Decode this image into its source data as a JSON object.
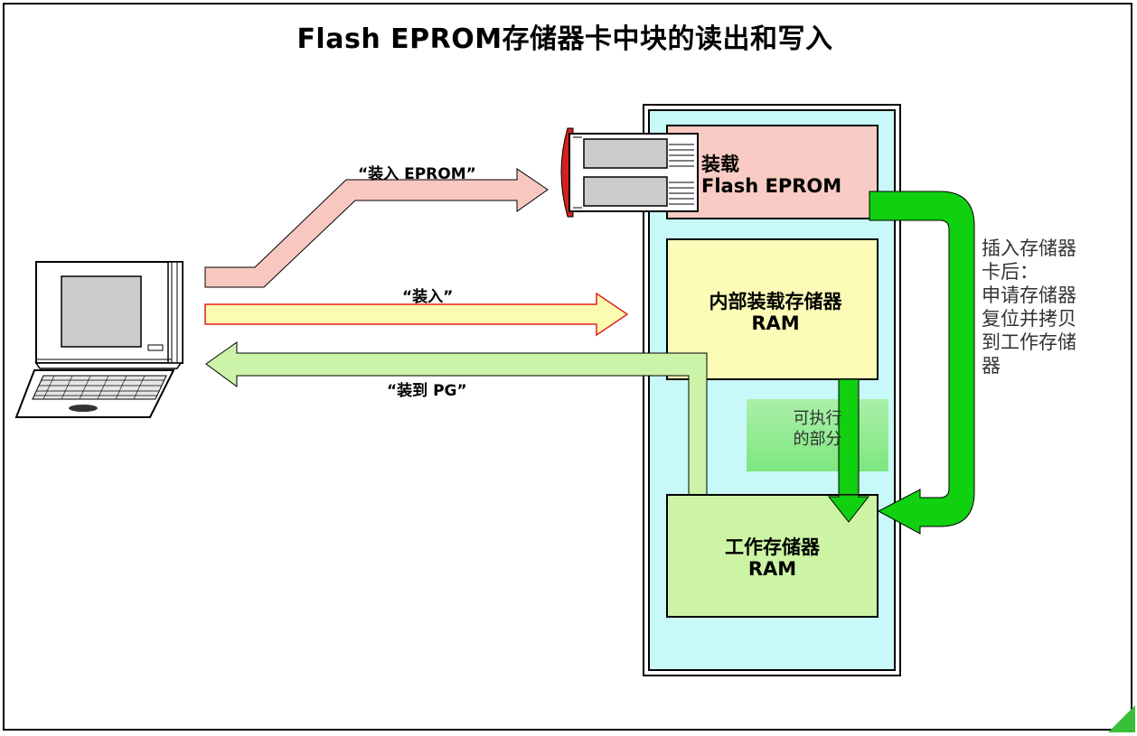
{
  "title": "Flash EPROM存储器卡中块的读出和写入",
  "boxes": {
    "flash_line1": "装载",
    "flash_line2": "Flash EPROM",
    "load_mem_line1": "内部装载存储器",
    "load_mem_line2": "RAM",
    "work_mem_line1": "工作存储器",
    "work_mem_line2": "RAM"
  },
  "arrows": {
    "load_eprom": "“装入 EPROM”",
    "load": "“装入”",
    "load_to_pg": "“装到 PG”"
  },
  "notes": {
    "executable_line1": "可执行",
    "executable_line2": "的部分",
    "after_insert_line1": "插入存储器",
    "after_insert_line2": "卡后：",
    "after_insert_line3": "申请存储器",
    "after_insert_line4": "复位并拷贝",
    "after_insert_line5": "到工作存储",
    "after_insert_line6": "器"
  },
  "colors": {
    "cpu_bg": "#c8f8f8",
    "flash_box": "#f8ccc4",
    "load_mem_box": "#fcfcb8",
    "work_mem_box": "#ccf4a4",
    "green_arrow": "#10d010",
    "pink_arrow": "#f8c8c0",
    "yellow_arrow": "#fcfcb0",
    "lightgreen_arrow": "#ccf4a8"
  }
}
